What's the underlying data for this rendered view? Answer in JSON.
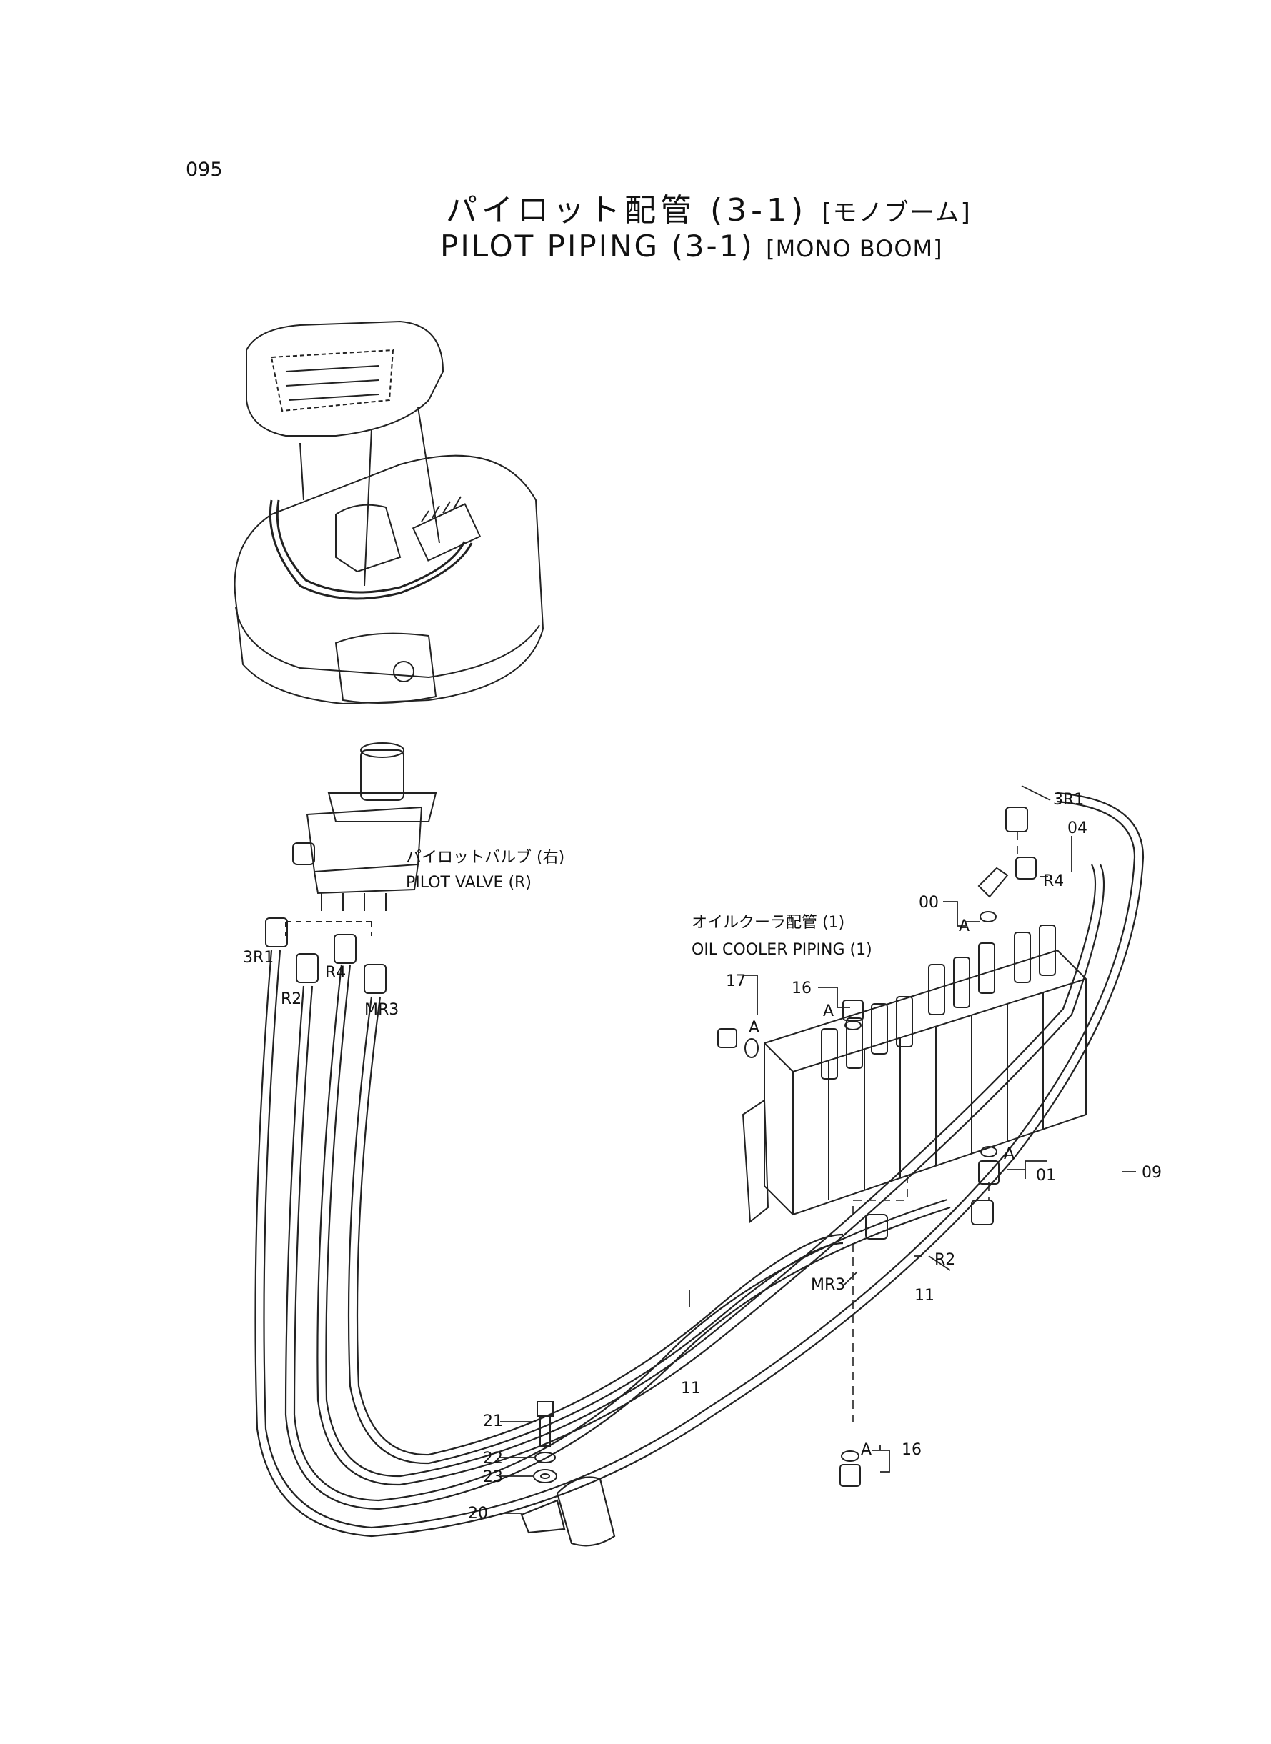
{
  "page_number": "095",
  "title": {
    "ja": "パイロット配管",
    "ja_num": "(3-1)",
    "ja_sub": "[モノブーム]",
    "en": "PILOT PIPING",
    "en_num": "(3-1)",
    "en_sub": "[MONO BOOM]"
  },
  "captions": {
    "pilot_valve_ja": "パイロットバルブ (右)",
    "pilot_valve_en": "PILOT VALVE (R)",
    "oil_cooler_ja": "オイルクーラ配管 (1)",
    "oil_cooler_en": "OIL COOLER PIPING (1)"
  },
  "port_labels": {
    "p3r1_left": "3R1",
    "r2_left": "R2",
    "r4_left": "R4",
    "mr3_left": "MR3",
    "p3r1_right": "3R1",
    "r4_right": "R4",
    "mr3_right": "MR3",
    "r2_right": "R2"
  },
  "part_numbers": {
    "p00": "00",
    "p01": "01",
    "p04": "04",
    "p09": "09",
    "p11a": "11",
    "p11b": "11",
    "p16a": "16",
    "p16b": "16",
    "p17": "17",
    "p20": "20",
    "p21": "21",
    "p22": "22",
    "p23": "23"
  },
  "detail_marks": {
    "a1": "A",
    "a2": "A",
    "a3": "A",
    "a4": "A",
    "a5": "A"
  }
}
